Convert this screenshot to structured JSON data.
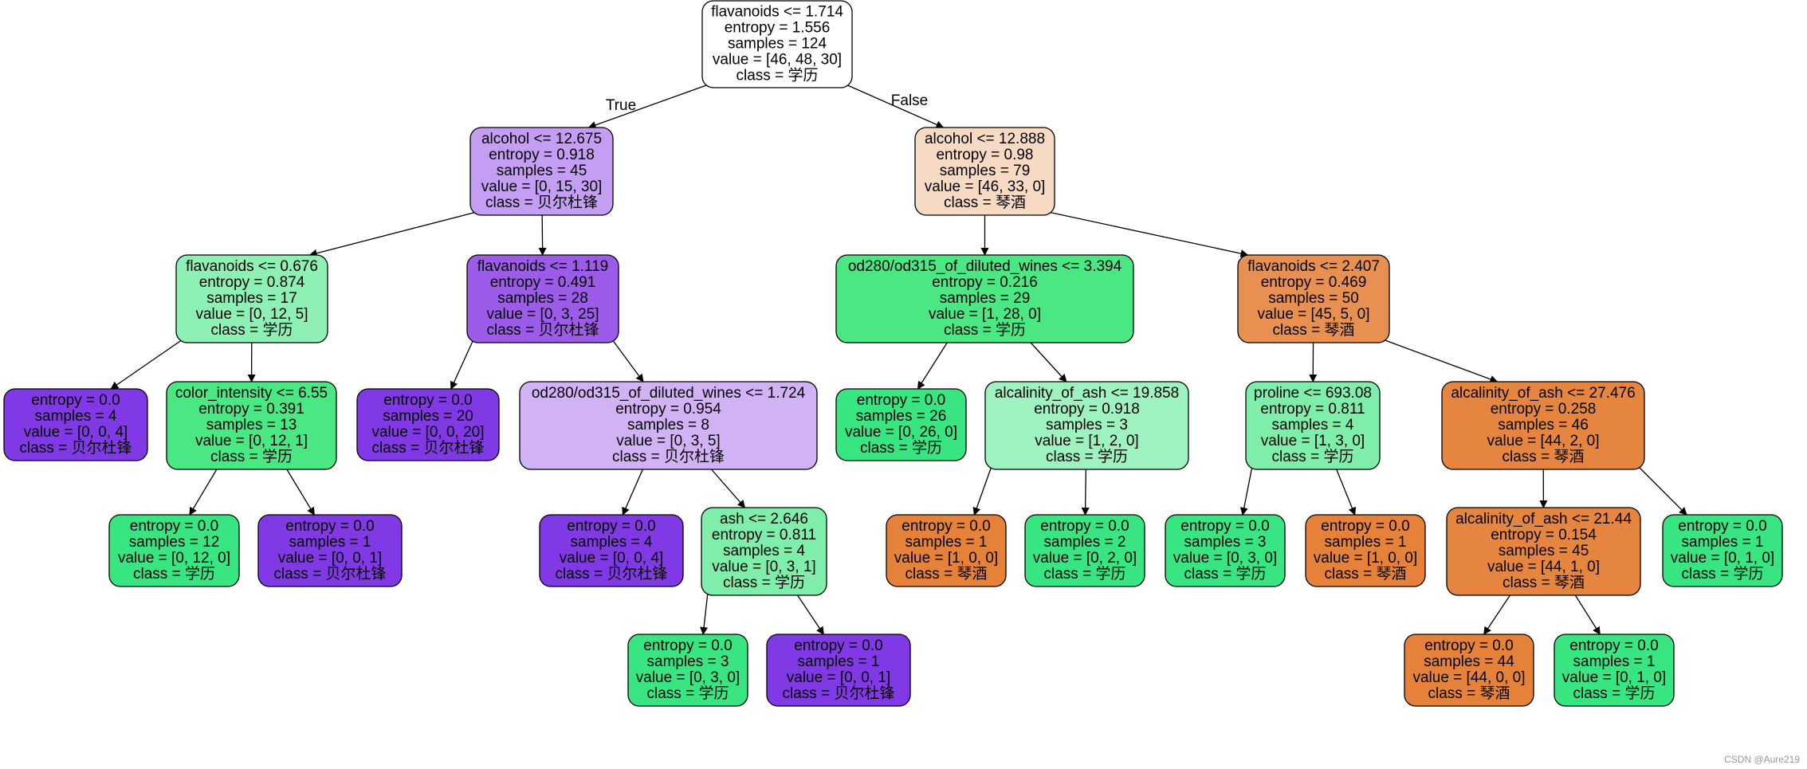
{
  "colors": {
    "white": "#ffffff",
    "purple_light": "#c49ef2",
    "purple_mid": "#9c5be9",
    "purple_pale": "#d1b2f5",
    "purple_full": "#8139e5",
    "green_light": "#8ef0b4",
    "green_mid": "#4ae783",
    "green_pale": "#9ef2c0",
    "green_full": "#39e581",
    "green_soft": "#7feeaa",
    "orange_pale": "#f6dac4",
    "orange_mid": "#e89051",
    "orange_full": "#e58139",
    "orange_deep": "#e5853f",
    "stroke": "#000000"
  },
  "edge_labels": {
    "true": "True",
    "false": "False"
  },
  "watermark": "CSDN @Aure219",
  "nodes": [
    {
      "id": "n0",
      "color": "white",
      "lines": [
        "flavanoids <= 1.714",
        "entropy = 1.556",
        "samples = 124",
        "value = [46, 48, 30]",
        "class = 学历"
      ]
    },
    {
      "id": "n1",
      "color": "purple_light",
      "lines": [
        "alcohol <= 12.675",
        "entropy = 0.918",
        "samples = 45",
        "value = [0, 15, 30]",
        "class = 贝尔杜锋"
      ]
    },
    {
      "id": "n2",
      "color": "orange_pale",
      "lines": [
        "alcohol <= 12.888",
        "entropy = 0.98",
        "samples = 79",
        "value = [46, 33, 0]",
        "class = 琴酒"
      ]
    },
    {
      "id": "n3",
      "color": "green_light",
      "lines": [
        "flavanoids <= 0.676",
        "entropy = 0.874",
        "samples = 17",
        "value = [0, 12, 5]",
        "class = 学历"
      ]
    },
    {
      "id": "n4",
      "color": "purple_mid",
      "lines": [
        "flavanoids <= 1.119",
        "entropy = 0.491",
        "samples = 28",
        "value = [0, 3, 25]",
        "class = 贝尔杜锋"
      ]
    },
    {
      "id": "n5",
      "color": "green_mid",
      "lines": [
        "od280/od315_of_diluted_wines <= 3.394",
        "entropy = 0.216",
        "samples = 29",
        "value = [1, 28, 0]",
        "class = 学历"
      ]
    },
    {
      "id": "n6",
      "color": "orange_mid",
      "lines": [
        "flavanoids <= 2.407",
        "entropy = 0.469",
        "samples = 50",
        "value = [45, 5, 0]",
        "class = 琴酒"
      ]
    },
    {
      "id": "n7",
      "color": "purple_full",
      "lines": [
        "entropy = 0.0",
        "samples = 4",
        "value = [0, 0, 4]",
        "class = 贝尔杜锋"
      ]
    },
    {
      "id": "n8",
      "color": "green_mid",
      "lines": [
        "color_intensity <= 6.55",
        "entropy = 0.391",
        "samples = 13",
        "value = [0, 12, 1]",
        "class = 学历"
      ]
    },
    {
      "id": "n9",
      "color": "purple_full",
      "lines": [
        "entropy = 0.0",
        "samples = 20",
        "value = [0, 0, 20]",
        "class = 贝尔杜锋"
      ]
    },
    {
      "id": "n10",
      "color": "purple_pale",
      "lines": [
        "od280/od315_of_diluted_wines <= 1.724",
        "entropy = 0.954",
        "samples = 8",
        "value = [0, 3, 5]",
        "class = 贝尔杜锋"
      ]
    },
    {
      "id": "n11",
      "color": "green_full",
      "lines": [
        "entropy = 0.0",
        "samples = 26",
        "value = [0, 26, 0]",
        "class = 学历"
      ]
    },
    {
      "id": "n12",
      "color": "green_pale",
      "lines": [
        "alcalinity_of_ash <= 19.858",
        "entropy = 0.918",
        "samples = 3",
        "value = [1, 2, 0]",
        "class = 学历"
      ]
    },
    {
      "id": "n13",
      "color": "green_soft",
      "lines": [
        "proline <= 693.08",
        "entropy = 0.811",
        "samples = 4",
        "value = [1, 3, 0]",
        "class = 学历"
      ]
    },
    {
      "id": "n14",
      "color": "orange_deep",
      "lines": [
        "alcalinity_of_ash <= 27.476",
        "entropy = 0.258",
        "samples = 46",
        "value = [44, 2, 0]",
        "class = 琴酒"
      ]
    },
    {
      "id": "n15",
      "color": "green_full",
      "lines": [
        "entropy = 0.0",
        "samples = 12",
        "value = [0, 12, 0]",
        "class = 学历"
      ]
    },
    {
      "id": "n16",
      "color": "purple_full",
      "lines": [
        "entropy = 0.0",
        "samples = 1",
        "value = [0, 0, 1]",
        "class = 贝尔杜锋"
      ]
    },
    {
      "id": "n17",
      "color": "purple_full",
      "lines": [
        "entropy = 0.0",
        "samples = 4",
        "value = [0, 0, 4]",
        "class = 贝尔杜锋"
      ]
    },
    {
      "id": "n18",
      "color": "green_soft",
      "lines": [
        "ash <= 2.646",
        "entropy = 0.811",
        "samples = 4",
        "value = [0, 3, 1]",
        "class = 学历"
      ]
    },
    {
      "id": "n19",
      "color": "orange_full",
      "lines": [
        "entropy = 0.0",
        "samples = 1",
        "value = [1, 0, 0]",
        "class = 琴酒"
      ]
    },
    {
      "id": "n20",
      "color": "green_full",
      "lines": [
        "entropy = 0.0",
        "samples = 2",
        "value = [0, 2, 0]",
        "class = 学历"
      ]
    },
    {
      "id": "n21",
      "color": "green_full",
      "lines": [
        "entropy = 0.0",
        "samples = 3",
        "value = [0, 3, 0]",
        "class = 学历"
      ]
    },
    {
      "id": "n22",
      "color": "orange_full",
      "lines": [
        "entropy = 0.0",
        "samples = 1",
        "value = [1, 0, 0]",
        "class = 琴酒"
      ]
    },
    {
      "id": "n23",
      "color": "orange_deep",
      "lines": [
        "alcalinity_of_ash <= 21.44",
        "entropy = 0.154",
        "samples = 45",
        "value = [44, 1, 0]",
        "class = 琴酒"
      ]
    },
    {
      "id": "n24",
      "color": "green_full",
      "lines": [
        "entropy = 0.0",
        "samples = 1",
        "value = [0, 1, 0]",
        "class = 学历"
      ]
    },
    {
      "id": "n25",
      "color": "green_full",
      "lines": [
        "entropy = 0.0",
        "samples = 3",
        "value = [0, 3, 0]",
        "class = 学历"
      ]
    },
    {
      "id": "n26",
      "color": "purple_full",
      "lines": [
        "entropy = 0.0",
        "samples = 1",
        "value = [0, 0, 1]",
        "class = 贝尔杜锋"
      ]
    },
    {
      "id": "n27",
      "color": "orange_full",
      "lines": [
        "entropy = 0.0",
        "samples = 44",
        "value = [44, 0, 0]",
        "class = 琴酒"
      ]
    },
    {
      "id": "n28",
      "color": "green_full",
      "lines": [
        "entropy = 0.0",
        "samples = 1",
        "value = [0, 1, 0]",
        "class = 学历"
      ]
    }
  ],
  "edges": [
    [
      "n0",
      "n1",
      "true"
    ],
    [
      "n0",
      "n2",
      "false"
    ],
    [
      "n1",
      "n3",
      ""
    ],
    [
      "n1",
      "n4",
      ""
    ],
    [
      "n2",
      "n5",
      ""
    ],
    [
      "n2",
      "n6",
      ""
    ],
    [
      "n3",
      "n7",
      ""
    ],
    [
      "n3",
      "n8",
      ""
    ],
    [
      "n4",
      "n9",
      ""
    ],
    [
      "n4",
      "n10",
      ""
    ],
    [
      "n5",
      "n11",
      ""
    ],
    [
      "n5",
      "n12",
      ""
    ],
    [
      "n6",
      "n13",
      ""
    ],
    [
      "n6",
      "n14",
      ""
    ],
    [
      "n8",
      "n15",
      ""
    ],
    [
      "n8",
      "n16",
      ""
    ],
    [
      "n10",
      "n17",
      ""
    ],
    [
      "n10",
      "n18",
      ""
    ],
    [
      "n12",
      "n19",
      ""
    ],
    [
      "n12",
      "n20",
      ""
    ],
    [
      "n13",
      "n21",
      ""
    ],
    [
      "n13",
      "n22",
      ""
    ],
    [
      "n14",
      "n23",
      ""
    ],
    [
      "n14",
      "n24",
      ""
    ],
    [
      "n18",
      "n25",
      ""
    ],
    [
      "n18",
      "n26",
      ""
    ],
    [
      "n23",
      "n27",
      ""
    ],
    [
      "n23",
      "n28",
      ""
    ]
  ]
}
